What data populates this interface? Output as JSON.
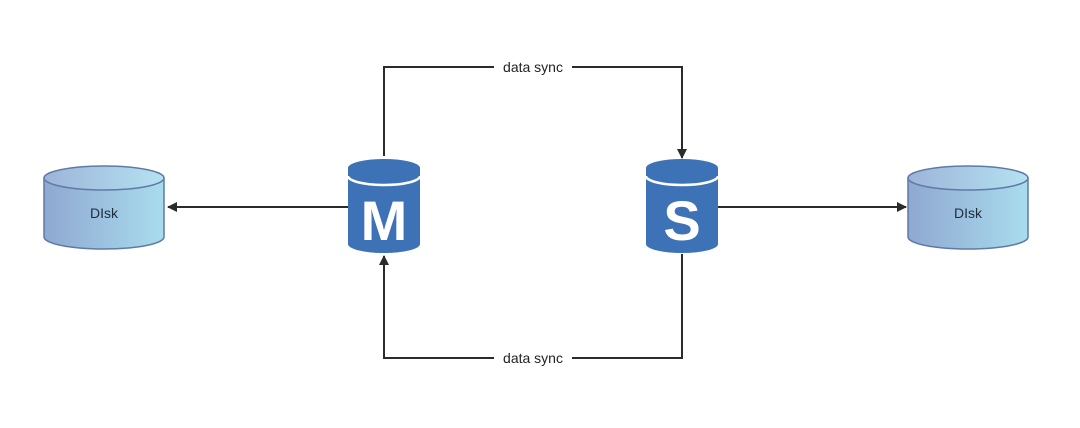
{
  "nodes": {
    "master": {
      "letter": "M"
    },
    "slave": {
      "letter": "S"
    },
    "disk_left": {
      "label": "DIsk"
    },
    "disk_right": {
      "label": "DIsk"
    }
  },
  "edges": {
    "top_sync": {
      "label": "data sync",
      "from": "master",
      "to": "slave"
    },
    "bottom_sync": {
      "label": "data sync",
      "from": "slave",
      "to": "master"
    },
    "master_to_disk": {
      "from": "master",
      "to": "disk_left"
    },
    "slave_to_disk": {
      "from": "slave",
      "to": "disk_right"
    }
  },
  "colors": {
    "db_fill": "#3d72b6",
    "db_stripe": "#ffffff",
    "disk_fill_start": "#8fa8d0",
    "disk_fill_end": "#a7d7ea",
    "disk_stroke": "#5e7aa6",
    "line": "#2b2b2b"
  }
}
